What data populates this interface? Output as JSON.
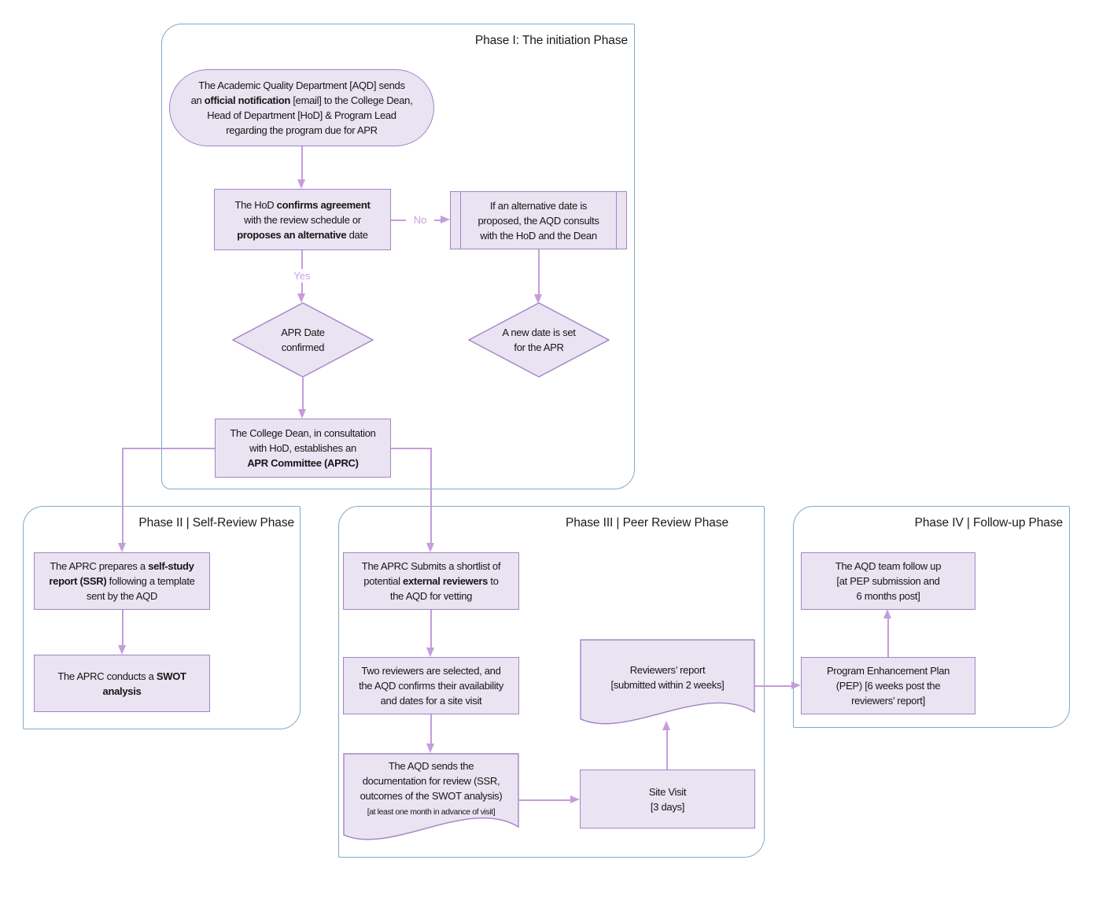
{
  "colors": {
    "node-fill": "#EAE3F2",
    "node-border": "#A284C4",
    "arrow": "#C49DDB",
    "edge-label": "#CBA0DF",
    "frame": "#86A9C2",
    "text": "#161616",
    "bg": "#FFFFFF"
  },
  "phases": [
    {
      "title": "Phase I: The initiation Phase"
    },
    {
      "title": "Phase II | Self-Review Phase"
    },
    {
      "title": "Phase III | Peer Review Phase"
    },
    {
      "title": "Phase IV | Follow-up Phase"
    }
  ],
  "labels": {
    "yes": "Yes",
    "no": "No"
  },
  "nodes": {
    "aqd_notification": {
      "shape": "terminator",
      "lines": [
        [
          {
            "t": "The Academic Quality Department [AQD] sends"
          }
        ],
        [
          {
            "t": "an "
          },
          {
            "t": "official notification",
            "b": 1
          },
          {
            "t": " [email] to the College Dean,"
          }
        ],
        [
          {
            "t": "Head of Department [HoD] & Program Lead"
          }
        ],
        [
          {
            "t": "regarding the program due for APR"
          }
        ]
      ]
    },
    "hod_confirms": {
      "shape": "process",
      "lines": [
        [
          {
            "t": "The HoD "
          },
          {
            "t": "confirms agreement",
            "b": 1
          }
        ],
        [
          {
            "t": "with the review schedule or"
          }
        ],
        [
          {
            "t": "proposes an alternative",
            "b": 1
          },
          {
            "t": " date"
          }
        ]
      ]
    },
    "aqd_consults": {
      "shape": "predefined-process",
      "lines": [
        [
          {
            "t": "If an alternative date is"
          }
        ],
        [
          {
            "t": "proposed, the AQD consults"
          }
        ],
        [
          {
            "t": "with the HoD and the Dean"
          }
        ]
      ]
    },
    "apr_date_confirmed": {
      "shape": "decision",
      "lines": [
        [
          {
            "t": "APR Date"
          }
        ],
        [
          {
            "t": "confirmed"
          }
        ]
      ]
    },
    "new_date_set": {
      "shape": "decision",
      "lines": [
        [
          {
            "t": "A new date is set"
          }
        ],
        [
          {
            "t": "for the APR"
          }
        ]
      ]
    },
    "establish_aprc": {
      "shape": "process",
      "lines": [
        [
          {
            "t": "The College Dean, in consultation"
          }
        ],
        [
          {
            "t": "with HoD, establishes an"
          }
        ],
        [
          {
            "t": "APR Committee (APRC)",
            "b": 1
          }
        ]
      ]
    },
    "prepare_ssr": {
      "shape": "process",
      "lines": [
        [
          {
            "t": "The APRC prepares a "
          },
          {
            "t": "self-study",
            "b": 1
          }
        ],
        [
          {
            "t": "report (SSR)",
            "b": 1
          },
          {
            "t": " following a template"
          }
        ],
        [
          {
            "t": "sent by the AQD"
          }
        ]
      ]
    },
    "swot_analysis": {
      "shape": "process",
      "lines": [
        [
          {
            "t": "The APRC conducts a "
          },
          {
            "t": "SWOT",
            "b": 1
          }
        ],
        [
          {
            "t": "analysis",
            "b": 1
          }
        ]
      ]
    },
    "submit_shortlist": {
      "shape": "process",
      "lines": [
        [
          {
            "t": "The APRC Submits a shortlist of"
          }
        ],
        [
          {
            "t": "potential "
          },
          {
            "t": "external reviewers",
            "b": 1
          },
          {
            "t": " to"
          }
        ],
        [
          {
            "t": "the AQD for vetting"
          }
        ]
      ]
    },
    "reviewers_selected": {
      "shape": "process",
      "lines": [
        [
          {
            "t": "Two reviewers are selected, and"
          }
        ],
        [
          {
            "t": "the AQD confirms their availability"
          }
        ],
        [
          {
            "t": "and dates for a site visit"
          }
        ]
      ]
    },
    "send_documentation": {
      "shape": "document",
      "lines": [
        [
          {
            "t": "The AQD sends the"
          }
        ],
        [
          {
            "t": "documentation for review (SSR,"
          }
        ],
        [
          {
            "t": "outcomes of the SWOT analysis)"
          }
        ],
        [
          {
            "t": "[at least one month in advance of visit]",
            "sm": 1
          }
        ]
      ]
    },
    "site_visit": {
      "shape": "process",
      "lines": [
        [
          {
            "t": "Site Visit"
          }
        ],
        [
          {
            "t": "[3 days]"
          }
        ]
      ]
    },
    "reviewers_report": {
      "shape": "document",
      "lines": [
        [
          {
            "t": "Reviewers’ report"
          }
        ],
        [
          {
            "t": "[submitted within 2 weeks]"
          }
        ]
      ]
    },
    "aqd_follow_up": {
      "shape": "process",
      "lines": [
        [
          {
            "t": "The AQD team follow up"
          }
        ],
        [
          {
            "t": "[at PEP submission and"
          }
        ],
        [
          {
            "t": "6 months post]"
          }
        ]
      ]
    },
    "pep": {
      "shape": "process",
      "lines": [
        [
          {
            "t": "Program Enhancement Plan"
          }
        ],
        [
          {
            "t": "(PEP) [6 weeks post the"
          }
        ],
        [
          {
            "t": "reviewers’ report]"
          }
        ]
      ]
    }
  }
}
